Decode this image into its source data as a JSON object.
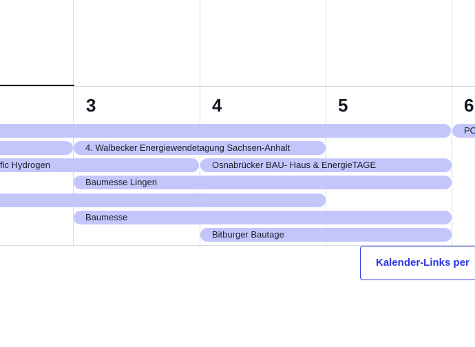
{
  "calendar": {
    "day_numbers": [
      "3",
      "4",
      "5",
      "6"
    ],
    "events": [
      {
        "label": ""
      },
      {
        "label": "PO"
      },
      {
        "label": ""
      },
      {
        "label": "4. Walbecker Energiewendetagung Sachsen-Anhalt"
      },
      {
        "label": "fic Hydrogen"
      },
      {
        "label": "Osnabrücker BAU- Haus & EnergieTAGE"
      },
      {
        "label": "Baumesse Lingen"
      },
      {
        "label": ""
      },
      {
        "label": "Baumesse"
      },
      {
        "label": "Bitburger Bautage"
      }
    ]
  },
  "actions": {
    "calendar_links_label": "Kalender-Links per"
  },
  "colors": {
    "event_fill": "#c3c6fb",
    "accent": "#2a35e0",
    "grid": "#d9d9de"
  }
}
